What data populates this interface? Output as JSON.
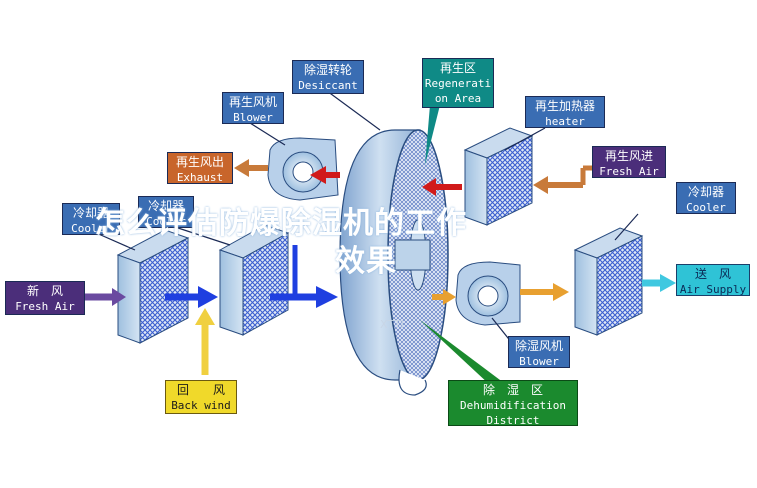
{
  "title_overlay": {
    "line1": "怎么评估防爆除湿机的工作",
    "line2": "效果"
  },
  "watermark": "XTTI",
  "labels": {
    "desiccant": {
      "cn": "除湿转轮",
      "en": "Desiccant"
    },
    "regen_area": {
      "cn": "再生区",
      "en1": "Regenerati",
      "en2": "on Area"
    },
    "regen_blower": {
      "cn": "再生风机",
      "en": "Blower"
    },
    "regen_heater": {
      "cn": "再生加热器",
      "en": "heater"
    },
    "exhaust": {
      "cn": "再生风出",
      "en": "Exhaust"
    },
    "regen_fresh_air": {
      "cn": "再生风进",
      "en": "Fresh Air"
    },
    "cooler_left": {
      "cn": "冷却器",
      "en": "Cooler"
    },
    "cooler_mid": {
      "cn": "冷却器",
      "en": "Cooler"
    },
    "cooler_right": {
      "cn": "冷却器",
      "en": "Cooler"
    },
    "fresh_air": {
      "cn": "新　风",
      "en": "Fresh Air"
    },
    "air_supply": {
      "cn": "送　风",
      "en": "Air Supply"
    },
    "back_wind": {
      "cn": "回　　风",
      "en": "Back wind"
    },
    "dehum_blower": {
      "cn": "除湿风机",
      "en": "Blower"
    },
    "dehum_district": {
      "cn": "除　湿　区",
      "en1": "Dehumidification",
      "en2": "District"
    }
  },
  "colors": {
    "equipment_blue": "#8fb3d6",
    "mesh_blue": "#3b5fd0",
    "arrow_red": "#d11a1a",
    "arrow_blue": "#1f3fe0",
    "arrow_orange": "#e8a030",
    "arrow_brown": "#c87a3a",
    "arrow_yellow": "#f0d040",
    "arrow_purple": "#6a4aa0",
    "arrow_cyan": "#40c8e0"
  }
}
